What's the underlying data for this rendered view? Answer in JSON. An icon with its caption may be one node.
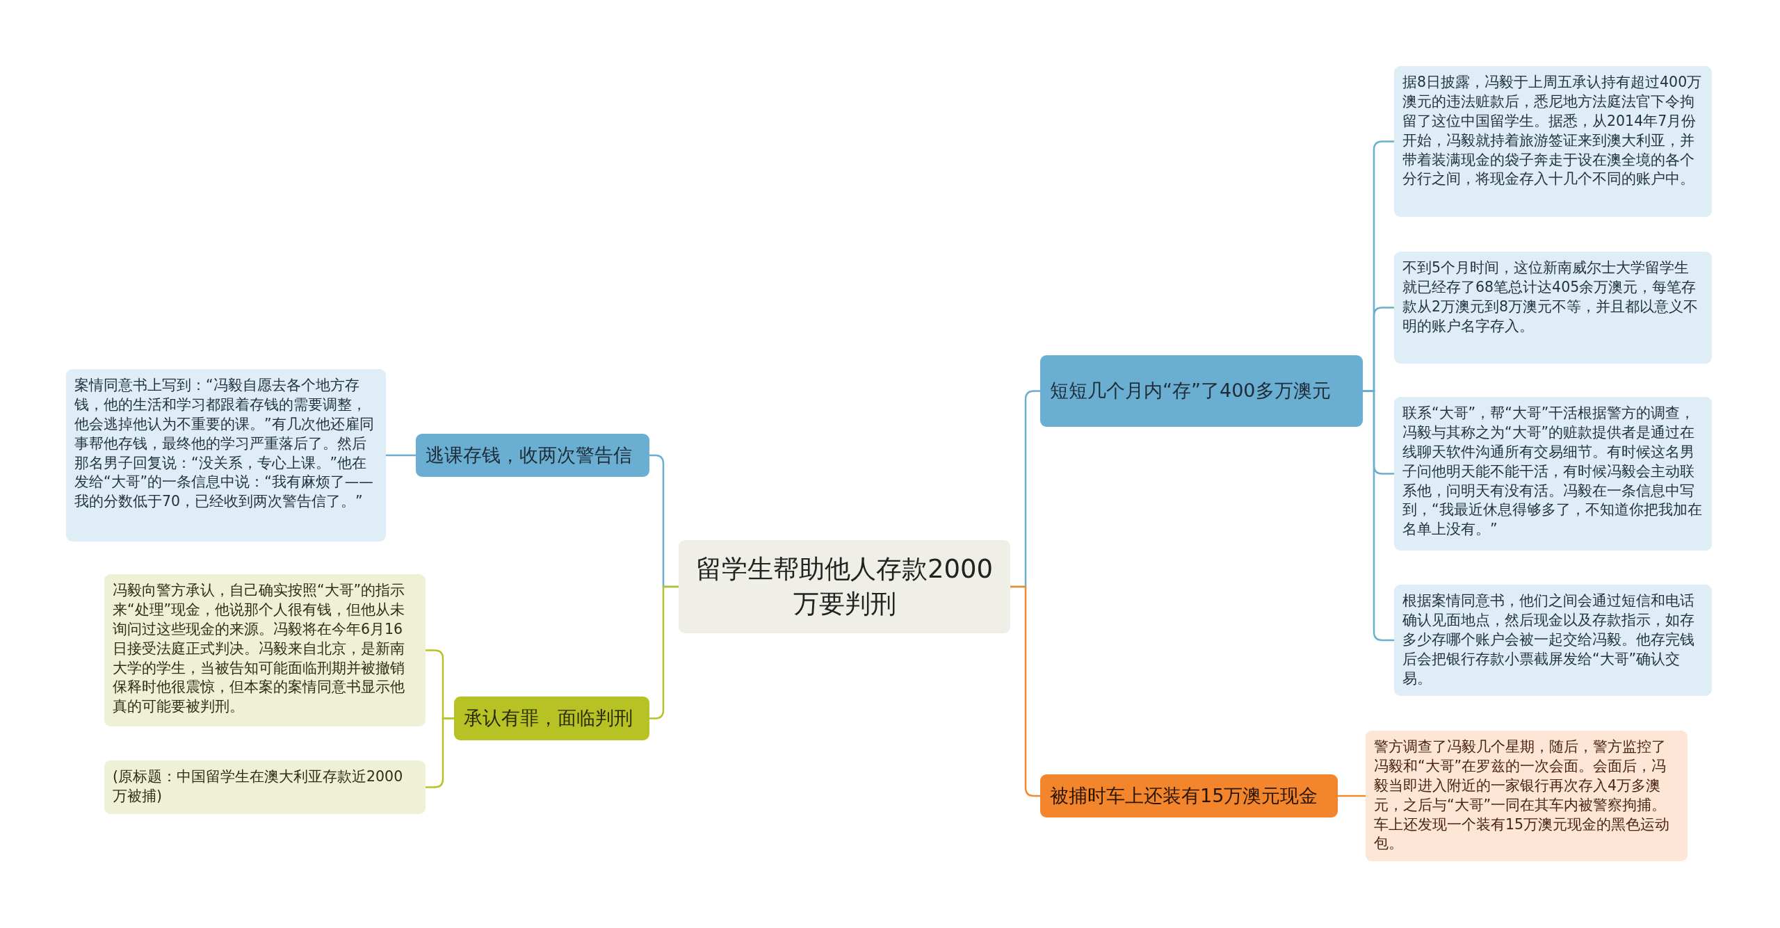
{
  "diagram": {
    "nodes": [
      {
        "text": [
          "留学生帮助他人存款2000万要判刑"
        ]
      },
      {
        "text": [
          "短短几个月内“存”了400多万澳元"
        ]
      },
      {
        "text": [
          "据8日披露，冯毅于上周五承认持有超过400万澳元的违法赃款后，悉尼地方法庭法官下令拘留了这位中国留学生。据悉，从2014年7月份开始，冯毅就持着旅游签证来到澳大利亚，并带着装满现金的袋子奔走于设在澳全境的各个分行之间，将现金存入十几个不同的账户中。"
        ]
      },
      {
        "text": [
          "不到5个月时间，这位新南威尔士大学留学生就已经存了68笔总计达405余万澳元，每笔存款从2万澳元到8万澳元不等，并且都以意义不明的账户名字存入。"
        ]
      },
      {
        "text": [
          "联系“大哥”，帮“大哥”干活根据警方的调查，冯毅与其称之为“大哥”的赃款提供者是通过在线聊天软件沟通所有交易细节。有时候这名男子问他明天能不能干活，有时候冯毅会主动联系他，问明天有没有活。冯毅在一条信息中写到，“我最近休息得够多了，不知道你把我加在名单上没有。”"
        ]
      },
      {
        "text": [
          "根据案情同意书，他们之间会通过短信和电话确认见面地点，然后现金以及存款指示，如存多少存哪个账户会被一起交给冯毅。他存完钱后会把银行存款小票截屏发给“大哥”确认交易。"
        ]
      },
      {
        "text": [
          "被捕时车上还装有15万澳元现金"
        ]
      },
      {
        "text": [
          "警方调查了冯毅几个星期，随后，警方监控了冯毅和“大哥”在罗兹的一次会面。会面后，冯毅当即进入附近的一家银行再次存入4万多澳元，之后与“大哥”一同在其车内被警察拘捕。车上还发现一个装有15万澳元现金的黑色运动包。"
        ]
      },
      {
        "text": [
          "逃课存钱，收两次警告信"
        ]
      },
      {
        "text": [
          "案情同意书上写到：“冯毅自愿去各个地方存钱，他的生活和学习都跟着存钱的需要调整，他会逃掉他认为不重要的课。”有几次他还雇同事帮他存钱，最终他的学习严重落后了。然后那名男子回复说：“没关系，专心上课。”他在发给“大哥”的一条信息中说：“我有麻烦了——我的分数低于70，已经收到两次警告信了。”"
        ]
      },
      {
        "text": [
          "承认有罪，面临判刑"
        ]
      },
      {
        "text": [
          "冯毅向警方承认，自己确实按照“大哥”的指示来“处理”现金，他说那个人很有钱，但他从未询问过这些现金的来源。冯毅将在今年6月16日接受法庭正式判决。冯毅来自北京，是新南大学的学生，当被告知可能面临刑期并被撤销保释时他很震惊，但本案的案情同意书显示他真的可能要被判刑。"
        ]
      },
      {
        "text": [
          "(原标题：中国留学生在澳大利亚存款近2000万被捕)"
        ]
      }
    ],
    "edges": [
      {
        "from": 0,
        "to": 1,
        "arrow": "none"
      },
      {
        "from": 1,
        "to": 2,
        "arrow": "none"
      },
      {
        "from": 1,
        "to": 3,
        "arrow": "none"
      },
      {
        "from": 1,
        "to": 4,
        "arrow": "none"
      },
      {
        "from": 1,
        "to": 5,
        "arrow": "none"
      },
      {
        "from": 0,
        "to": 6,
        "arrow": "none",
        "color": "#f08a2c"
      },
      {
        "from": 6,
        "to": 7,
        "arrow": "none",
        "color": "#f08a2c"
      },
      {
        "from": 0,
        "to": 8,
        "arrow": "none"
      },
      {
        "from": 8,
        "to": 9,
        "arrow": "none"
      },
      {
        "from": 0,
        "to": 10,
        "arrow": "none",
        "color": "#b7c324"
      },
      {
        "from": 10,
        "to": 11,
        "arrow": "none",
        "color": "#b7c324"
      },
      {
        "from": 10,
        "to": 12,
        "arrow": "none",
        "color": "#b7c324"
      }
    ]
  }
}
